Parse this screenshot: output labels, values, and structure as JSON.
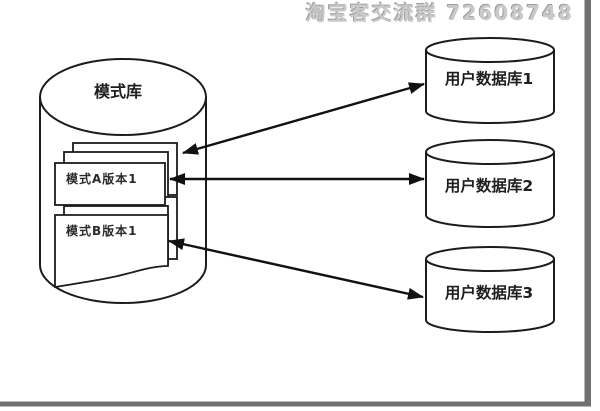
{
  "watermark": {
    "text": "淘宝客交流群 72608748"
  },
  "diagram": {
    "schema_store": {
      "label": "模式库",
      "documents": [
        {
          "label": "模式A版本1"
        },
        {
          "label": "模式B版本1"
        }
      ]
    },
    "user_databases": [
      {
        "label": "用户数据库1"
      },
      {
        "label": "用户数据库2"
      },
      {
        "label": "用户数据库3"
      }
    ],
    "connections": [
      {
        "from": "模式库",
        "to": "用户数据库1",
        "style": "double-headed-arrow"
      },
      {
        "from": "模式A版本1",
        "to": "用户数据库2",
        "style": "double-headed-arrow"
      },
      {
        "from": "模式B版本1",
        "to": "用户数据库3",
        "style": "double-headed-arrow"
      }
    ]
  },
  "colors": {
    "line": "#1c1c1c",
    "fill": "#ffffff",
    "watermark": "#c9c9c9",
    "frame": "#6f6f6f",
    "background": "#ffffff"
  }
}
